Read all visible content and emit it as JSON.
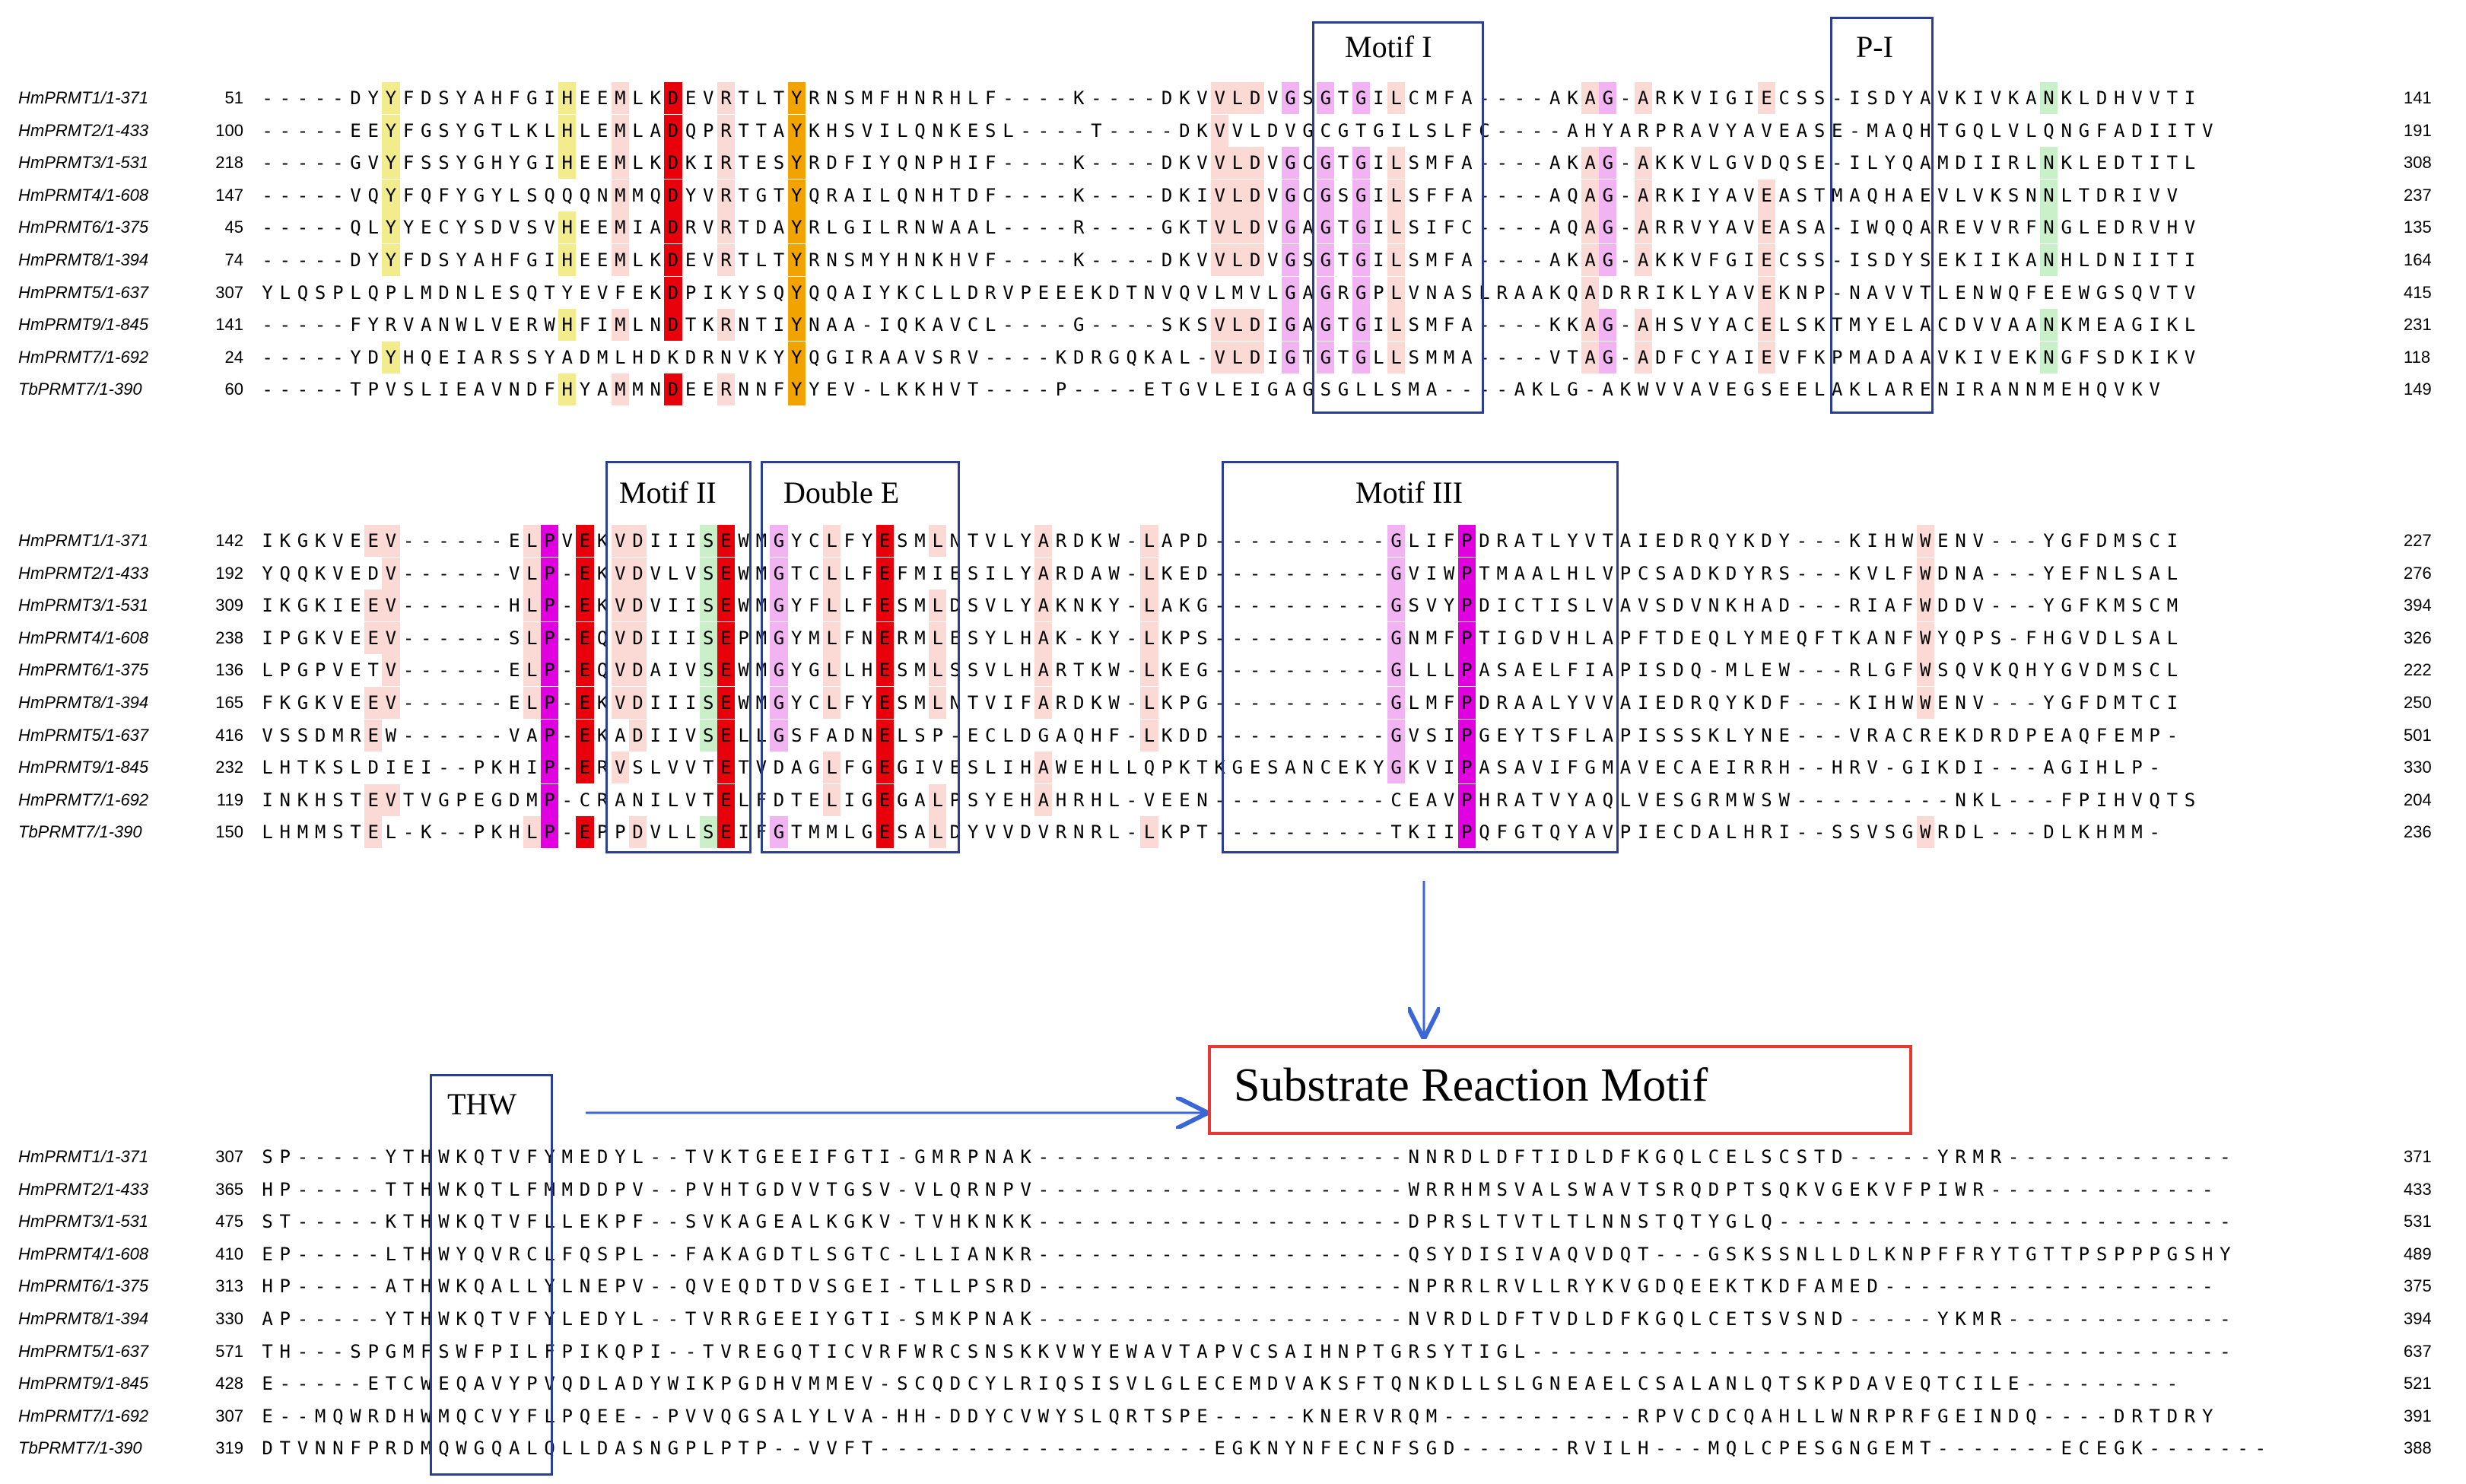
{
  "blocks": [
    {
      "rows": [
        {
          "name": "HmPRMT1/1-371",
          "start": "51",
          "seq": "-----DYYFDSYAHFGIHEEMLKDEVRTLTYRNSMFHNRHLF----K----DKVVLDVGSGTGILCMFA----AKAG-ARKVIGIECSS-ISDYAVKIVKANKLDHVVTI",
          "end": "141"
        },
        {
          "name": "HmPRMT2/1-433",
          "start": "100",
          "seq": "-----EEYFGSYGTLKLHLEMLADQPRTTAYKHSVILQNKESL----T----DKVVLDVGCGTGILSLFC----AHYARPRAVYAVEASE-MAQHTGQLVLQNGFADIITV",
          "end": "191"
        },
        {
          "name": "HmPRMT3/1-531",
          "start": "218",
          "seq": "-----GVYFSSYGHYGIHEEMLKDKIRTESYRDFIYQNPHIF----K----DKVVLDVGCGTGILSMFA----AKAG-AKKVLGVDQSE-ILYQAMDIIRLNKLEDTITL",
          "end": "308"
        },
        {
          "name": "HmPRMT4/1-608",
          "start": "147",
          "seq": "-----VQYFQFYGYLSQQQNMMQDYVRTGTYQRAILQNHTDF----K----DKIVLDVGCGSGILSFFA----AQAG-ARKIYAVEASTMAQHAEVLVKSNNLTDRIVV",
          "end": "237"
        },
        {
          "name": "HmPRMT6/1-375",
          "start": "45",
          "seq": "-----QLYYECYSDVSVHEEMIADRVRTDAYRLGILRNWAAL----R----GKTVLDVGAGTGILSIFC----AQAG-ARRVYAVEASA-IWQQAREVVRFNGLEDRVHV",
          "end": "135"
        },
        {
          "name": "HmPRMT8/1-394",
          "start": "74",
          "seq": "-----DYYFDSYAHFGIHEEMLKDEVRTLTYRNSMYHNKHVF----K----DKVVLDVGSGTGILSMFA----AKAG-AKKVFGIECSS-ISDYSEKIIKANHLDNIITI",
          "end": "164"
        },
        {
          "name": "HmPRMT5/1-637",
          "start": "307",
          "seq": "YLQSPLQPLMDNLESQTYEVFEKDPIKYSQYQQAIYKCLLDRVPEEEKDTNVQVLMVLGAGRGPLVNASLRAAKQADRRIKLYAVEKNP-NAVVTLENWQFEEWGSQVTV",
          "end": "415"
        },
        {
          "name": "HmPRMT9/1-845",
          "start": "141",
          "seq": "-----FYRVANWLVERWHFIMLNDTKRNTIYNAA-IQKAVCL----G----SKSVLDIGAGTGILSMFA----KKAG-AHSVYACELSKTMYELACDVVAANKMEAGIKL",
          "end": "231"
        },
        {
          "name": "HmPRMT7/1-692",
          "start": "24",
          "seq": "-----YDYHQEIARSSYADMLHDKDRNVKYYQGIRAAVSRV----KDRGQKAL-VLDIGTGTGLLSMMA----VTAG-ADFCYAIEVFKPMADAAVKIVEKNGFSDKIKV",
          "end": "118"
        },
        {
          "name": "TbPRMT7/1-390",
          "start": "60",
          "seq": "-----TPVSLIEAVNDFHYAMMNDEERNNFYYEV-LKKHVT----P----ETGVLEIGAGSGLLSMA----AKLG-AKWVVAVEGSEELAKLARENIRANNMEHQVKV",
          "end": "149"
        }
      ]
    },
    {
      "rows": [
        {
          "name": "HmPRMT1/1-371",
          "start": "142",
          "seq": "IKGKVEEV------ELPVEKVDIIISEWMGYCLFYESMLNTVLYARDKW-LAPD----------GLIFPDRATLYVTAIEDRQYKDY---KIHWWENV---YGFDMSCI",
          "end": "227"
        },
        {
          "name": "HmPRMT2/1-433",
          "start": "192",
          "seq": "YQQKVEDV------VLP-EKVDVLVSEWMGTCLLFEFMIESILYARDAW-LKED----------GVIWPTMAALHLVPCSADKDYRS---KVLFWDNA---YEFNLSAL",
          "end": "276"
        },
        {
          "name": "HmPRMT3/1-531",
          "start": "309",
          "seq": "IKGKIEEV------HLP-EKVDVIISEWMGYFLLFESMLDSVLYAKNKY-LAKG----------GSVYPDICTISLVAVSDVNKHAD---RIAFWDDV---YGFKMSCM",
          "end": "394"
        },
        {
          "name": "HmPRMT4/1-608",
          "start": "238",
          "seq": "IPGKVEEV------SLP-EQVDIIISEPMGYMLFNERMLESYLHAK-KY-LKPS----------GNMFPTIGDVHLAPFTDEQLYMEQFTKANFWYQPS-FHGVDLSAL",
          "end": "326"
        },
        {
          "name": "HmPRMT6/1-375",
          "start": "136",
          "seq": "LPGPVETV------ELP-EQVDAIVSEWMGYGLLHESMLSSVLHARTKW-LKEG----------GLLLPASAELFIAPISDQ-MLEW---RLGFWSQVKQHYGVDMSCL",
          "end": "222"
        },
        {
          "name": "HmPRMT8/1-394",
          "start": "165",
          "seq": "FKGKVEEV------ELP-EKVDIIISEWMGYCLFYESMLNTVIFARDKW-LKPG----------GLMFPDRAALYVVAIEDRQYKDF---KIHWWENV---YGFDMTCI",
          "end": "250"
        },
        {
          "name": "HmPRMT5/1-637",
          "start": "416",
          "seq": "VSSDMREW------VAP-EKADIIVSELLGSFADNELSP-ECLDGAQHF-LKDD----------GVSIPGEYTSFLAPISSSKLYNE---VRACREKDRDPEAQFEMP-",
          "end": "501"
        },
        {
          "name": "HmPRMT9/1-845",
          "start": "232",
          "seq": "LHTKSLDIEI--PKHIP-ERVSLVVTETVDAGLFGEGIVESLIHAWEHLLQPKTKGESANCEKYGKVIPASAVIFGMAVECAEIRRH--HRV-GIKDI---AGIHLP-",
          "end": "330"
        },
        {
          "name": "HmPRMT7/1-692",
          "start": "119",
          "seq": "INKHSTEVTVGPEGDMP-CRANILVTELFDTELIGEGALPSYEHAHRHL-VEEN----------CEAVPHRATVYAQLVESGRMWSW---------NKL---FPIHVQTS",
          "end": "204"
        },
        {
          "name": "TbPRMT7/1-390",
          "start": "150",
          "seq": "LHMMSTEL-K--PKHLP-EPPDVLLSEIFGTMMLGESALDYVVDVRNRL-LKPT----------TKIIPQFGTQYAVPIECDALHRI--SSVSGWRDL---DLKHMM-",
          "end": "236"
        }
      ]
    },
    {
      "rows": [
        {
          "name": "HmPRMT1/1-371",
          "start": "307",
          "seq": "SP-----YTHWKQTVFYMEDYL--TVKTGEEIFGTI-GMRPNAK---------------------NNRDLDFTIDLDFKGQLCELSCSTD-----YRMR-------------",
          "end": "371"
        },
        {
          "name": "HmPRMT2/1-433",
          "start": "365",
          "seq": "HP-----TTHWKQTLFMMDDPV--PVHTGDVVTGSV-VLQRNPV---------------------WRRHMSVALSWAVTSRQDPTSQKVGEKVFPIWR-------------",
          "end": "433"
        },
        {
          "name": "HmPRMT3/1-531",
          "start": "475",
          "seq": "ST-----KTHWKQTVFLLEKPF--SVKAGEALKGKV-TVHKNKK---------------------DPRSLTVTLTLNNSTQTYGLQ--------------------------",
          "end": "531"
        },
        {
          "name": "HmPRMT4/1-608",
          "start": "410",
          "seq": "EP-----LTHWYQVRCLFQSPL--FAKAGDTLSGTC-LLIANKR---------------------QSYDISIVAQVDQT---GSKSSNLLDLKNPFFRYTGTTPSPPPGSHY",
          "end": "489"
        },
        {
          "name": "HmPRMT6/1-375",
          "start": "313",
          "seq": "HP-----ATHWKQALLYLNEPV--QVEQDTDVSGEI-TLLPSRD---------------------NPRRLRVLLRYKVGDQEEKTKDFAMED-------------------",
          "end": "375"
        },
        {
          "name": "HmPRMT8/1-394",
          "start": "330",
          "seq": "AP-----YTHWKQTVFYLEDYL--TVRRGEEIYGTI-SMKPNAK---------------------NVRDLDFTVDLDFKGQLCETSVSND-----YKMR-------------",
          "end": "394"
        },
        {
          "name": "HmPRMT5/1-637",
          "start": "571",
          "seq": "TH---SPGMFSWFPILFPIKQPI--TVREGQTICVRFWRCSNSKKVWYEWAVTAPVCSAIHNPTGRSYTIGL----------------------------------------",
          "end": "637"
        },
        {
          "name": "HmPRMT9/1-845",
          "start": "428",
          "seq": "E-----ETCWEQAVYPVQDLADYWIKPGDHVMMEV-SCQDCYLRIQSISVLGLECEMDVAKSFTQNKDLLSLGNEAELCSALANLQTSKPDAVEQTCILE---------",
          "end": "521"
        },
        {
          "name": "HmPRMT7/1-692",
          "start": "307",
          "seq": "E--MQWRDHWMQCVYFLPQEE--PVVQGSALYLVA-HH-DDYCVWYSLQRTSPE-----KNERVRQM-----------RPVCDCQAHLLWNRPRFGEINDQ----DRTDRY",
          "end": "391"
        },
        {
          "name": "TbPRMT7/1-390",
          "start": "319",
          "seq": "DTVNNFPRDMQWGQALQLLDASNGPLPTP--VVFT-------------------EGKNYNFECNFSGD------RVILH---MQLCPESGNGEMT-------ECEGK-------",
          "end": "388"
        }
      ]
    }
  ],
  "motifs": [
    {
      "label": "Motif I"
    },
    {
      "label": "P-I"
    },
    {
      "label": "Motif II"
    },
    {
      "label": "Double E"
    },
    {
      "label": "Motif III"
    },
    {
      "label": "THW"
    }
  ],
  "callout": {
    "label": "Substrate Reaction Motif"
  },
  "colors": {
    "red": "#e8000b",
    "magenta": "#e000e0",
    "blue": "#7b7be8",
    "orange": "#f3a300",
    "green": "#8ee68e",
    "yellow": "#f3ec8c",
    "pink": "#f7b8b0",
    "lightpink": "#fbdad5",
    "box": "#2a3f93",
    "callout": "#e53935"
  }
}
